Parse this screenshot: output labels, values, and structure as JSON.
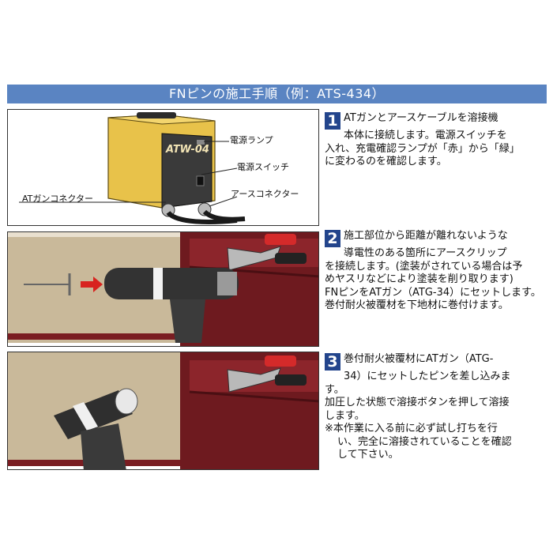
{
  "banner": {
    "title": "FNピンの施工手順（例：ATS-434）"
  },
  "figure1": {
    "brand_text": "ATW-04",
    "label_power_lamp": "電源ランプ",
    "label_power_switch": "電源スイッチ",
    "label_earth_connector": "アースコネクター",
    "label_gun_connector": "ATガンコネクター"
  },
  "steps": [
    {
      "num": "1",
      "lines": [
        "ATガンとアースケーブルを溶接機",
        "本体に接続します。電源スイッチを",
        "入れ、充電確認ランプが「赤」から「緑」",
        "に変わるのを確認します。"
      ]
    },
    {
      "num": "2",
      "lines": [
        "施工部位から距離が離れないような",
        "導電性のある箇所にアースクリップ",
        "を接続します。(塗装がされている場合は予",
        "めヤスリなどにより塗装を削り取ります)",
        "FNピンをATガン（ATG-34）にセットします。",
        "巻付耐火被覆材を下地材に巻付けます。"
      ]
    },
    {
      "num": "3",
      "lines": [
        "巻付耐火被覆材にATガン（ATG-",
        "34）にセットしたピンを差し込みま",
        "す。",
        "加圧した状態で溶接ボタンを押して溶接",
        "します。",
        "※本作業に入る前に必ず試し打ちを行",
        "い、完全に溶接されていることを確認",
        "して下さい。"
      ]
    }
  ],
  "colors": {
    "banner": "#5a84c2",
    "step_number": "#23458c",
    "welder_body": "#e8c24a",
    "wall": "#c9b99a",
    "steel_beam": "#7a1d22"
  }
}
